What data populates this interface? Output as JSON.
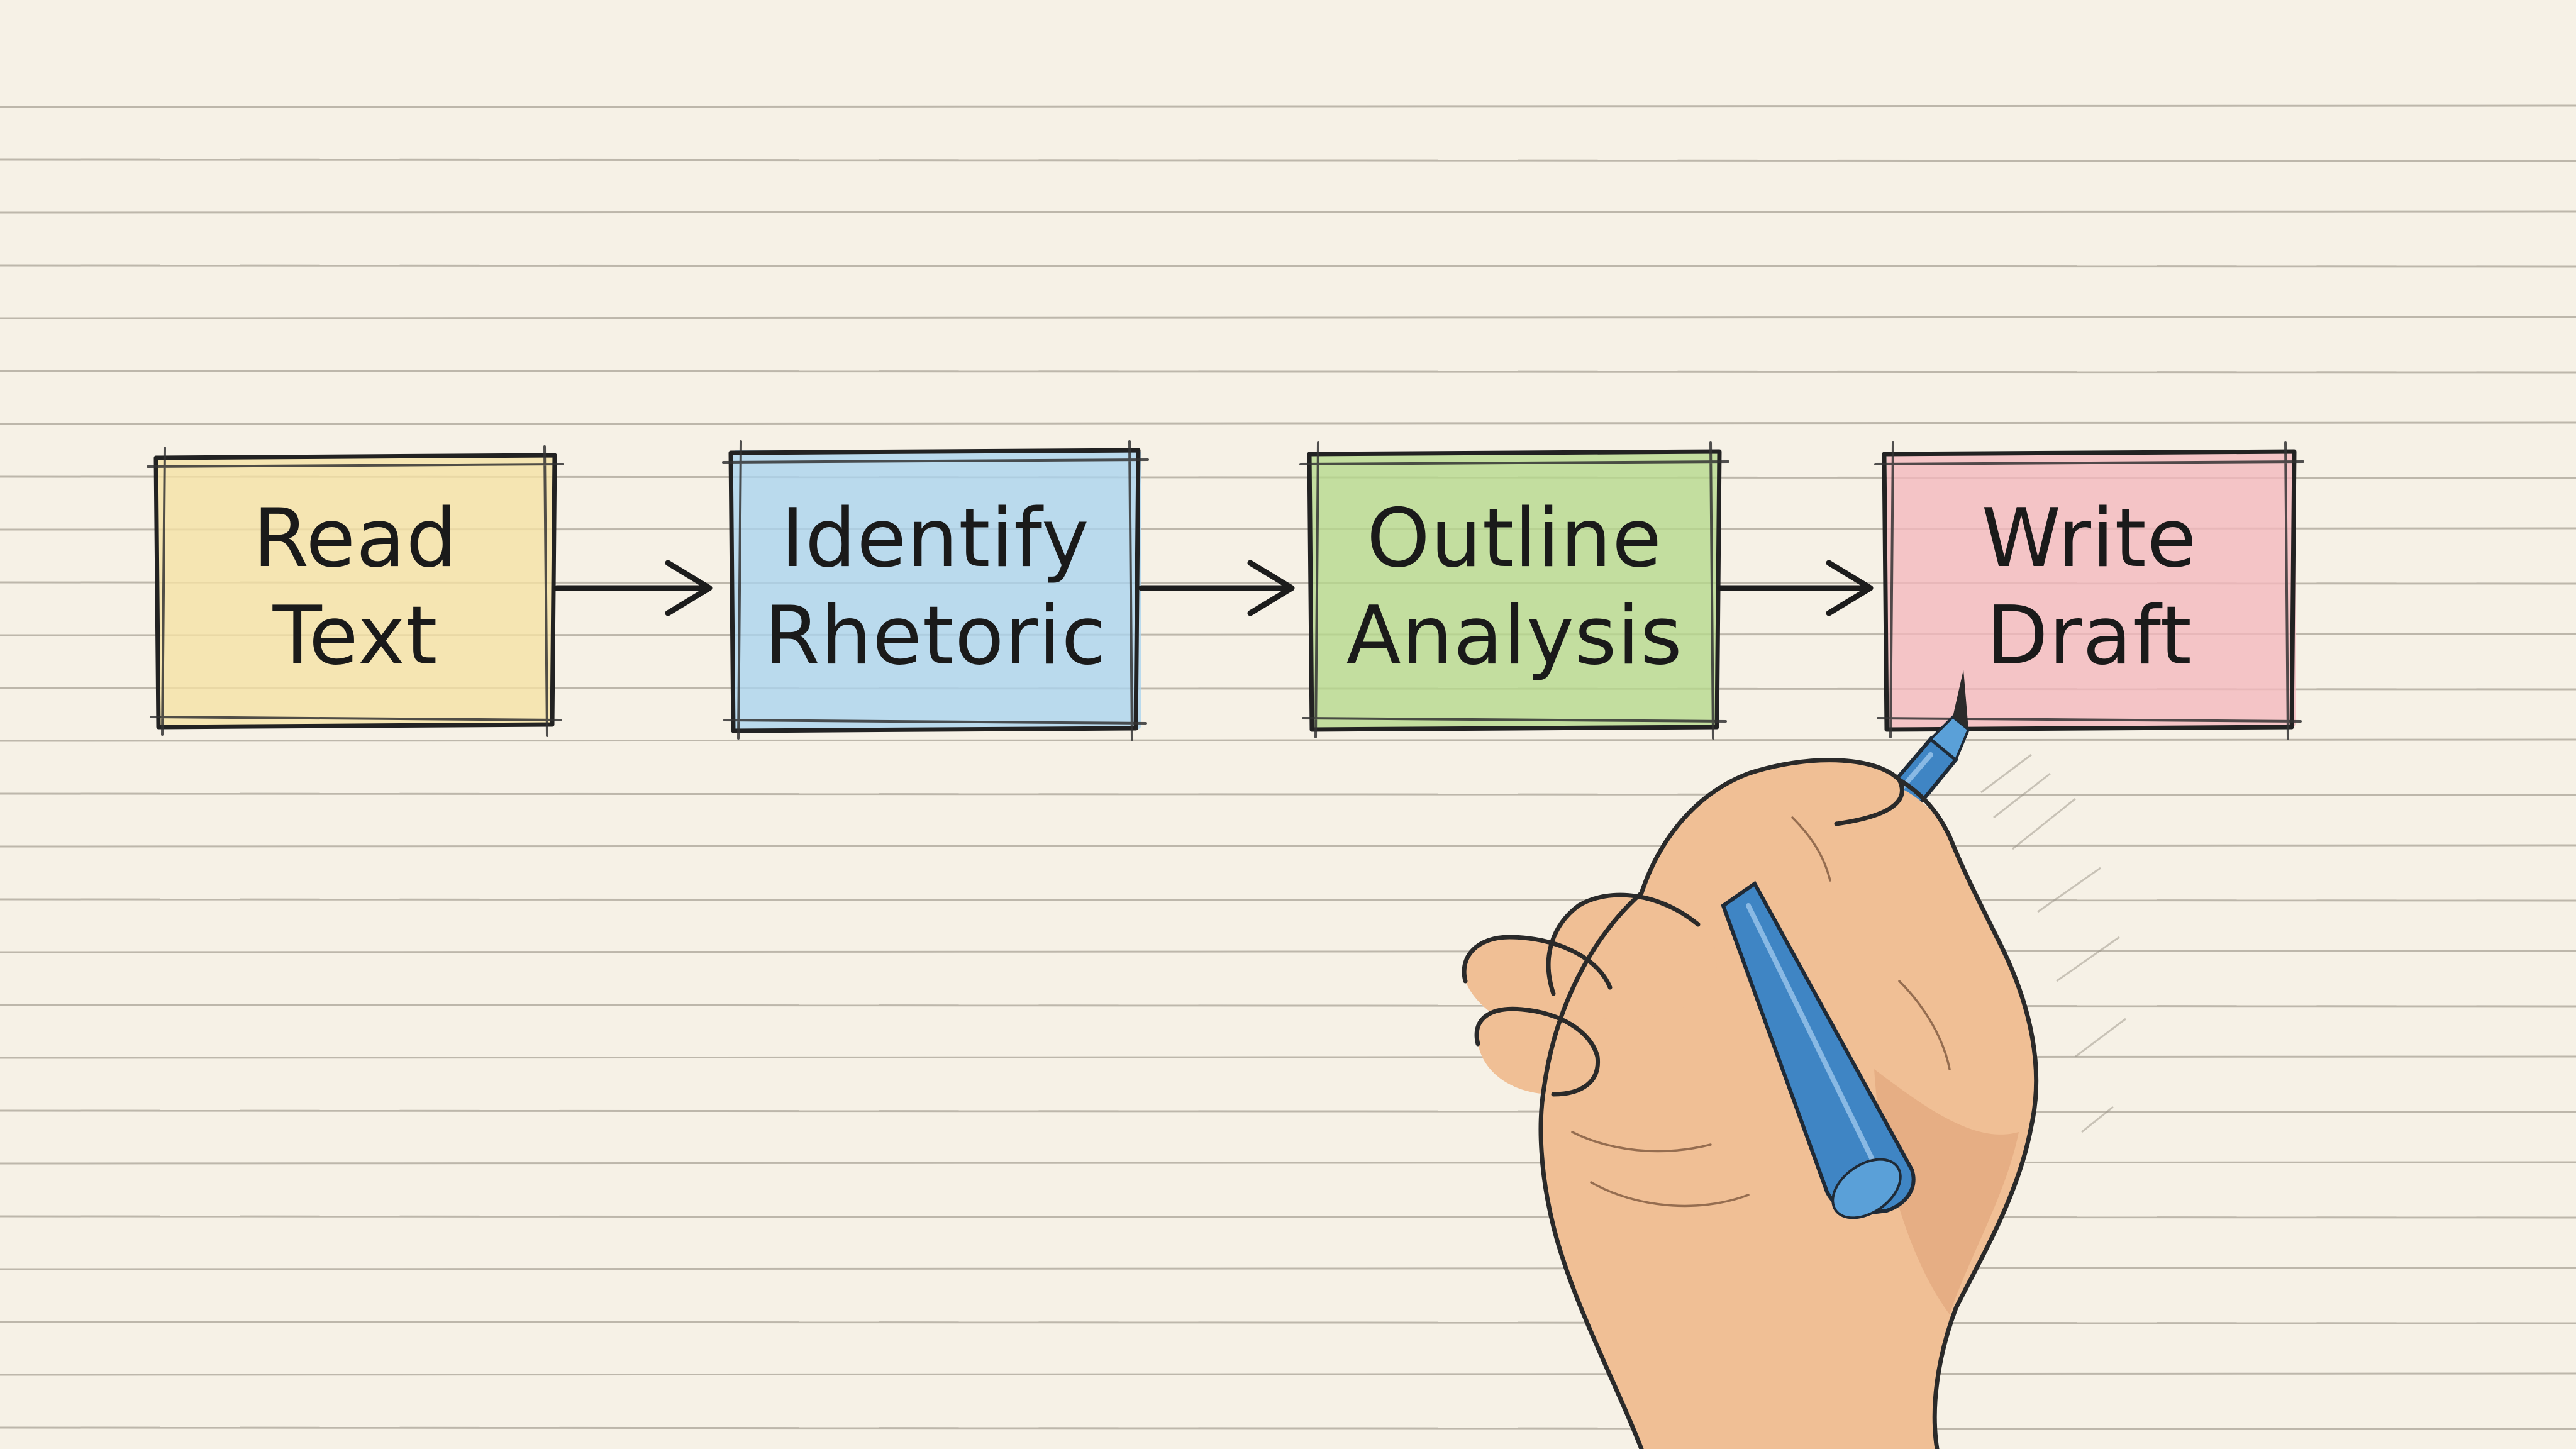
{
  "diagram": {
    "steps": [
      {
        "line1": "Read",
        "line2": "Text",
        "color": "#f5e1a3"
      },
      {
        "line1": "Identify",
        "line2": "Rhetoric",
        "color": "#a9d3ee"
      },
      {
        "line1": "Outline",
        "line2": "Analysis",
        "color": "#b5d98a"
      },
      {
        "line1": "Write",
        "line2": "Draft",
        "color": "#f3b7bd"
      }
    ]
  },
  "illustration": {
    "hand_icon": "hand-holding-pen-icon",
    "pen_color": "#3f85c4",
    "paper_color": "#f6f1e6"
  }
}
